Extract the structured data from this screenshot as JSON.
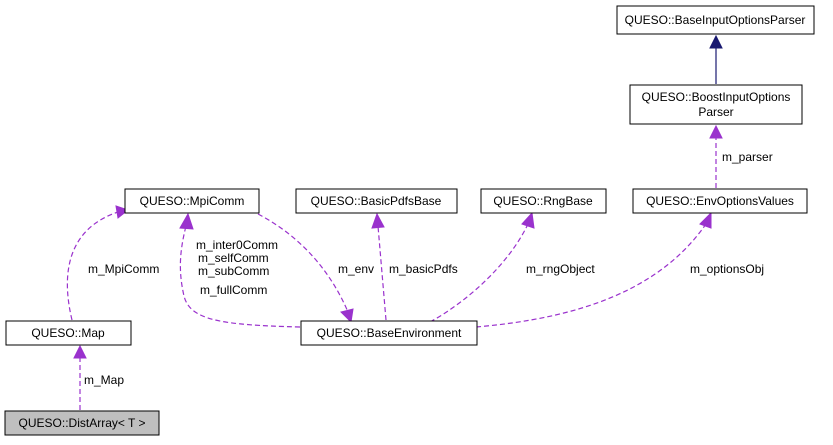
{
  "nodes": {
    "base_input_options_parser": "QUESO::BaseInputOptionsParser",
    "boost_input_options_parser_line1": "QUESO::BoostInputOptions",
    "boost_input_options_parser_line2": "Parser",
    "mpi_comm": "QUESO::MpiComm",
    "basic_pdfs_base": "QUESO::BasicPdfsBase",
    "rng_base": "QUESO::RngBase",
    "env_options_values": "QUESO::EnvOptionsValues",
    "map": "QUESO::Map",
    "base_environment": "QUESO::BaseEnvironment",
    "dist_array": "QUESO::DistArray< T >"
  },
  "edges": {
    "m_parser": "m_parser",
    "m_MpiComm": "m_MpiComm",
    "comms_line1": "m_inter0Comm",
    "comms_line2": "m_selfComm",
    "comms_line3": "m_subComm",
    "comms_line4": "m_fullComm",
    "m_env": "m_env",
    "m_basicPdfs": "m_basicPdfs",
    "m_rngObject": "m_rngObject",
    "m_optionsObj": "m_optionsObj",
    "m_Map": "m_Map"
  },
  "colors": {
    "dependency_edge": "#9a32cd",
    "inheritance_edge": "#191970",
    "focus_node_fill": "#bfbfbf"
  }
}
